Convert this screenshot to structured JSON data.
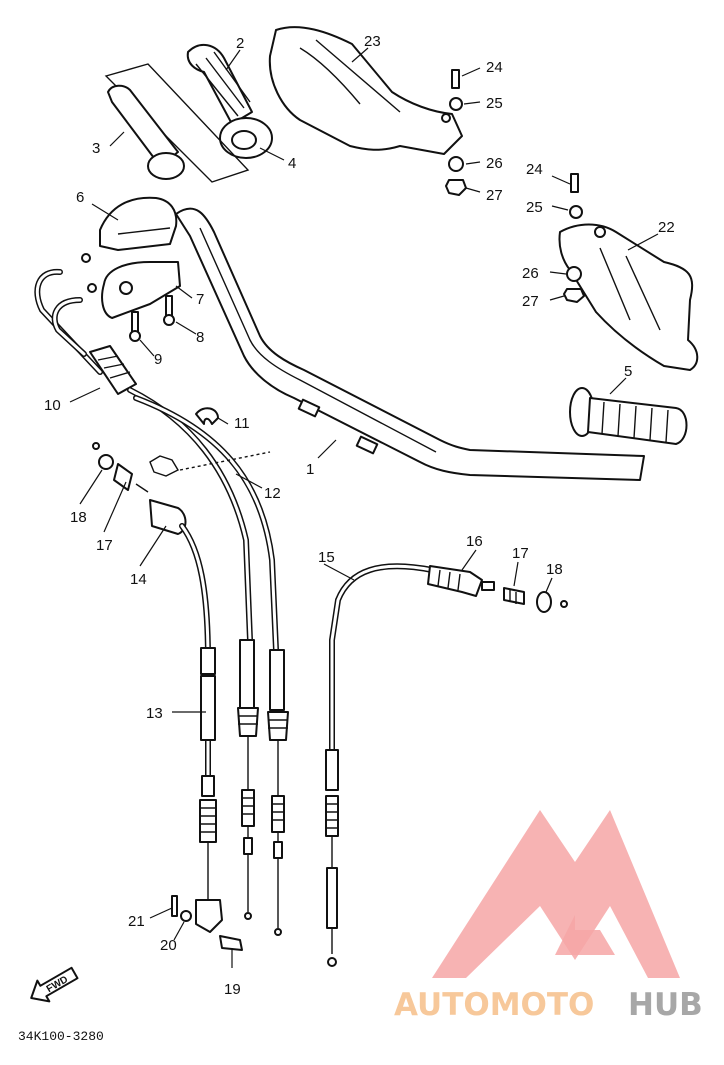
{
  "diagram": {
    "part_numbers": [
      "1",
      "2",
      "3",
      "4",
      "5",
      "6",
      "7",
      "8",
      "9",
      "10",
      "11",
      "12",
      "13",
      "14",
      "15",
      "16",
      "17",
      "18",
      "17",
      "18",
      "19",
      "20",
      "21",
      "22",
      "23",
      "24",
      "25",
      "26",
      "27",
      "24",
      "25",
      "26",
      "27"
    ],
    "drawing_code": "34K100-3280",
    "direction_marker": "FWD"
  },
  "watermark": {
    "word_light": "AUTOMOTO",
    "word_dark": "HUB",
    "colors": {
      "triangle": "#f6a6a6",
      "light": "#f7c89a",
      "dark": "#a7a7a7"
    }
  }
}
